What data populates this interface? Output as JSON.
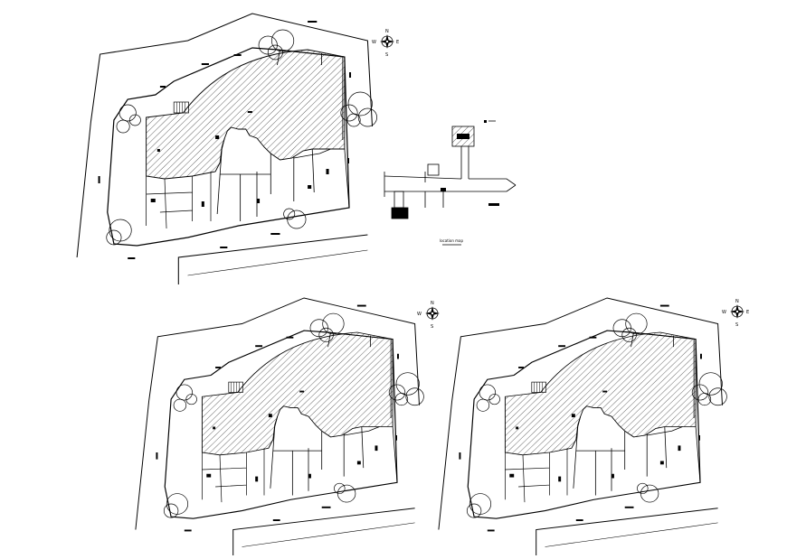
{
  "drawing": {
    "background": "#ffffff",
    "line_color": "#000000",
    "hatch_color": "#000000"
  },
  "compass": {
    "north": "N",
    "west": "W",
    "east": "E",
    "south": "S"
  },
  "key_map": {
    "caption": "location map"
  },
  "plans": [
    {
      "id": "site-plan-top-left"
    },
    {
      "id": "site-plan-bottom-left"
    },
    {
      "id": "site-plan-bottom-right"
    }
  ]
}
